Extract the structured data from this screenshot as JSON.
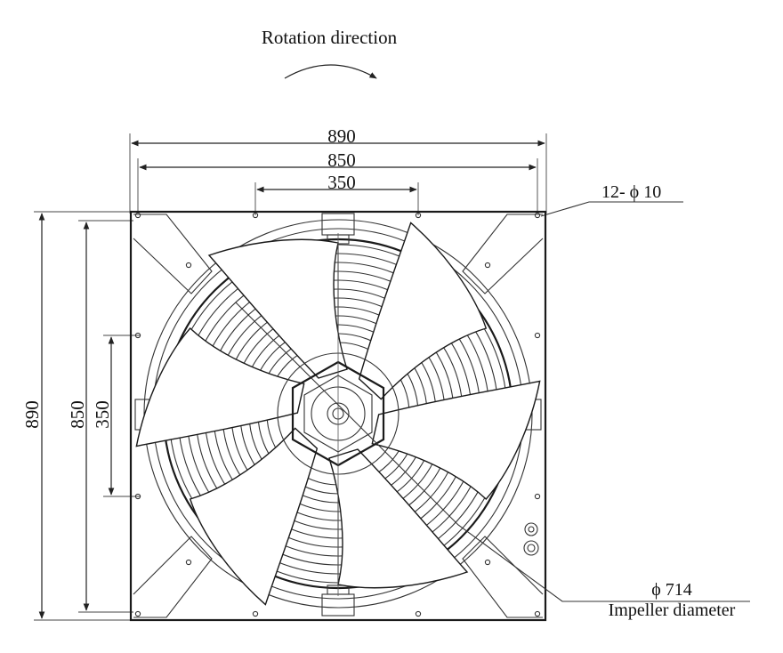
{
  "labels": {
    "rotation": "Rotation direction",
    "dim_top_outer": "890",
    "dim_top_mid": "850",
    "dim_top_inner": "350",
    "dim_left_outer": "890",
    "dim_left_mid": "850",
    "dim_left_inner": "350",
    "holes": "12- ϕ 10",
    "impeller_dia": "ϕ 714",
    "impeller_label": "Impeller diameter"
  },
  "style": {
    "line_color": "#1a1a1a",
    "background": "#ffffff"
  }
}
